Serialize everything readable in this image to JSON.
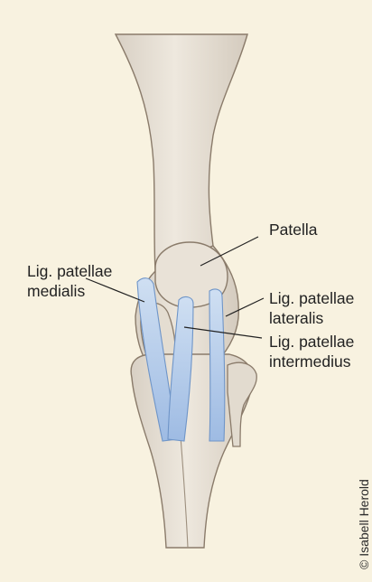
{
  "colors": {
    "background": "#f8f2e0",
    "bone_fill": "#e6dfd4",
    "bone_outline": "#8a7b6a",
    "ligament": "#a9c4e6",
    "ligament_outline": "#6f95c8",
    "leader_line": "#222222"
  },
  "labels": {
    "patella": "Patella",
    "medialis_line1": "Lig. patellae",
    "medialis_line2": "medialis",
    "lateralis_line1": "Lig. patellae",
    "lateralis_line2": "lateralis",
    "intermedius_line1": "Lig. patellae",
    "intermedius_line2": "intermedius"
  },
  "copyright": "© Isabell Herold"
}
